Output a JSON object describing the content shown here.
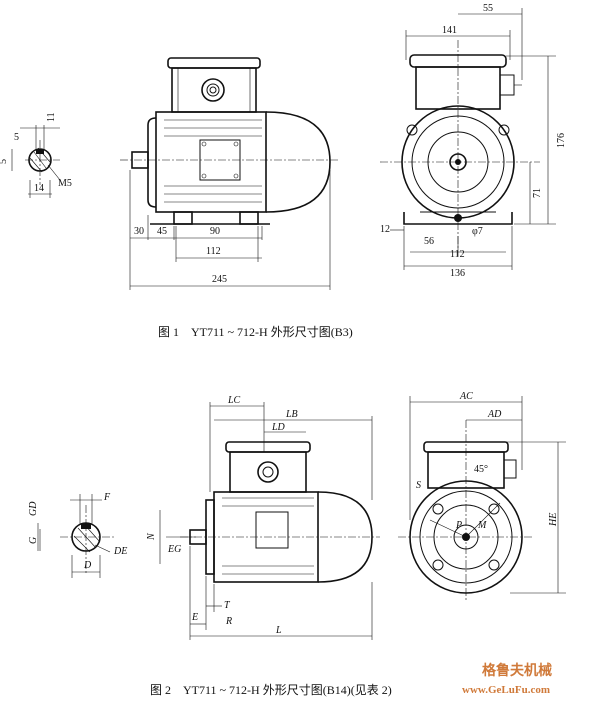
{
  "figure1": {
    "caption": "图 1　YT711 ~ 712-H 外形尺寸图(B3)",
    "shaft_detail": {
      "dims": [
        "5",
        "11",
        "5",
        "14"
      ],
      "thread": "M5"
    },
    "side_view": {
      "dims": [
        "30",
        "45",
        "90",
        "112",
        "245"
      ]
    },
    "end_view": {
      "dims": [
        "55",
        "141",
        "176",
        "71",
        "12",
        "56",
        "φ7",
        "112",
        "136"
      ]
    }
  },
  "figure2": {
    "caption": "图 2　YT711 ~ 712-H 外形尺寸图(B14)(见表 2)",
    "shaft_detail": {
      "labels": [
        "F",
        "GD",
        "G",
        "DE",
        "D"
      ]
    },
    "side_view": {
      "labels": [
        "LC",
        "LB",
        "LD",
        "N",
        "EG",
        "T",
        "E",
        "R",
        "L"
      ]
    },
    "end_view": {
      "labels": [
        "AC",
        "AD",
        "45°",
        "S",
        "P",
        "M",
        "HE"
      ]
    }
  },
  "watermark": {
    "text": "格鲁夫机械",
    "url": "www.GeLuFu.com"
  }
}
